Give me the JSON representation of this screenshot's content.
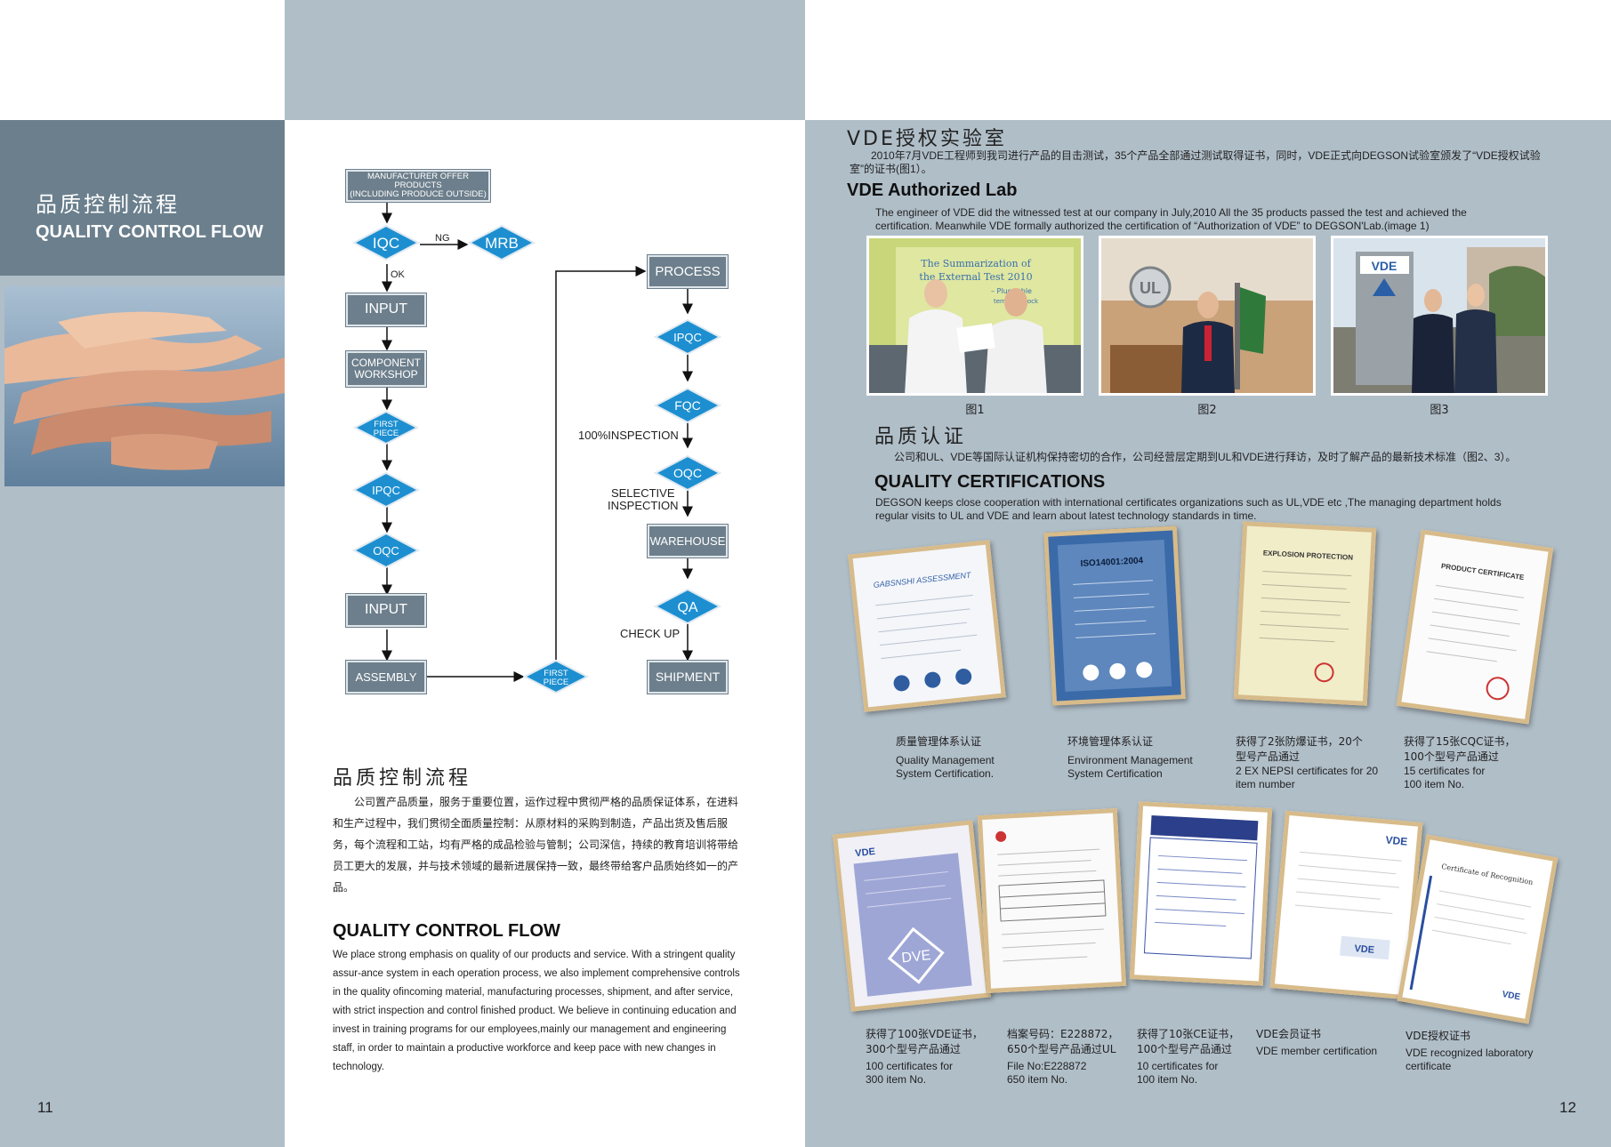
{
  "left": {
    "title_cn": "品质控制流程",
    "title_en": "QUALITY CONTROL FLOW",
    "page_number": "11"
  },
  "flow": {
    "start": [
      "MANUFACTURER OFFER PRODUCTS",
      "(INCLUDING PRODUCE OUTSIDE)"
    ],
    "iqc": "IQC",
    "ng": "NG",
    "mrb": "MRB",
    "ok": "OK",
    "input1": "INPUT",
    "component": [
      "COMPONENT",
      "WORKSHOP"
    ],
    "first_piece1": [
      "FIRST",
      "PIECE"
    ],
    "ipqc1": "IPQC",
    "oqc1": "OQC",
    "input2": "INPUT",
    "assembly": "ASSEMBLY",
    "first_piece2": [
      "FIRST",
      "PIECE"
    ],
    "process": "PROCESS",
    "ipqc2": "IPQC",
    "fqc": "FQC",
    "inspection100": "100%INSPECTION",
    "oqc2": "OQC",
    "selective": [
      "SELECTIVE",
      "INSPECTION"
    ],
    "warehouse": "WAREHOUSE",
    "qa": "QA",
    "checkup": "CHECK UP",
    "shipment": "SHIPMENT"
  },
  "middle": {
    "heading_cn": "品质控制流程",
    "para_cn": "公司置产品质量，服务于重要位置，运作过程中贯彻严格的品质保证体系，在进料和生产过程中，我们贯彻全面质量控制：从原材料的采购到制造，产品出货及售后服务，每个流程和工站，均有严格的成品检验与管制；公司深信，持续的教育培训将带给员工更大的发展，并与技术领域的最新进展保持一致，最终带给客户品质始终如一的产品。",
    "heading_en": "QUALITY CONTROL FLOW",
    "para_en": "We place strong emphasis on quality of our products and service. With a stringent quality assur-ance system in each operation process, we also implement comprehensive controls in the quality ofincoming material, manufacturing processes, shipment, and after service, with strict inspection and control finished product. We believe in continuing education and invest in training programs for our employees,mainly our management and engineering staff, in order to maintain a productive workforce and keep pace with new changes in technology."
  },
  "right": {
    "vde_cn": "VDE授权实验室",
    "vde_cn_para": "2010年7月VDE工程师到我司进行产品的目击测试，35个产品全部通过测试取得证书，同时，VDE正式向DEGSON试验室颁发了“VDE授权试验室”的证书(图1）。",
    "vde_en": "VDE Authorized Lab",
    "vde_en_para": "The engineer of VDE did the witnessed test at our company in July,2010 All the 35 products passed the test and achieved the certification. Meanwhile VDE formally authorized the certification of “Authorization of VDE” to DEGSON'Lab.(image 1)",
    "figs": [
      "图1",
      "图2",
      "图3"
    ],
    "qc_cn": "品质认证",
    "qc_cn_para": "公司和UL、VDE等国际认证机构保持密切的合作，公司经营层定期到UL和VDE进行拜访，及时了解产品的最新技术标准（图2、3）。",
    "qc_en": "QUALITY CERTIFICATIONS",
    "qc_en_para": "DEGSON keeps close cooperation with international certificates organizations such as UL,VDE etc ,The managing department holds regular visits to UL and VDE and learn about latest technology standards in time.",
    "page_number": "12",
    "photo_text": {
      "slide_lines": [
        "The Summarization of",
        "the External Test 2010",
        "– Pluggable",
        "terminal block"
      ],
      "ul_logo": "UL",
      "vde_sign": "VDE"
    },
    "cert_text": {
      "gb_header": "GABSNSHI ASSESSMENT",
      "iso_header": "ISO14001:2004",
      "ex_header": "EXPLOSION PROTECTION",
      "ccc_header": "PRODUCT CERTIFICATE",
      "vde_brand": "VDE",
      "vde_mark": "DVE",
      "cor_header": "Certificate of Recognition"
    },
    "certs_row1": [
      {
        "cn": [
          "质量管理体系认证"
        ],
        "en": [
          "Quality Management",
          "System Certification."
        ]
      },
      {
        "cn": [
          "环境管理体系认证"
        ],
        "en": [
          "Environment Management",
          "System Certification"
        ]
      },
      {
        "cn": [
          "获得了2张防爆证书，20个",
          "型号产品通过"
        ],
        "en": [
          "2 EX NEPSI certificates for 20",
          "item number"
        ]
      },
      {
        "cn": [
          "获得了15张CQC证书，",
          "100个型号产品通过"
        ],
        "en": [
          "15 certificates for",
          "100 item No."
        ]
      }
    ],
    "certs_row2": [
      {
        "cn": [
          "获得了100张VDE证书，",
          "300个型号产品通过"
        ],
        "en": [
          "100 certificates for",
          "300 item No."
        ]
      },
      {
        "cn": [
          "档案号码：E228872，",
          "650个型号产品通过UL"
        ],
        "en": [
          "File No:E228872",
          "650 item No."
        ]
      },
      {
        "cn": [
          "获得了10张CE证书，",
          "100个型号产品通过"
        ],
        "en": [
          "10 certificates for",
          "100 item No."
        ]
      },
      {
        "cn": [
          "VDE会员证书"
        ],
        "en": [
          "VDE member certification"
        ]
      },
      {
        "cn": [
          "VDE授权证书"
        ],
        "en": [
          "VDE recognized laboratory",
          "certificate"
        ]
      }
    ]
  },
  "colors": {
    "panel": "#b0bec8",
    "band": "#6b7f8d",
    "flow_box": "#6d7f8c",
    "diamond": "#1d8fd0",
    "cert_frame": "#d7bb8a"
  }
}
